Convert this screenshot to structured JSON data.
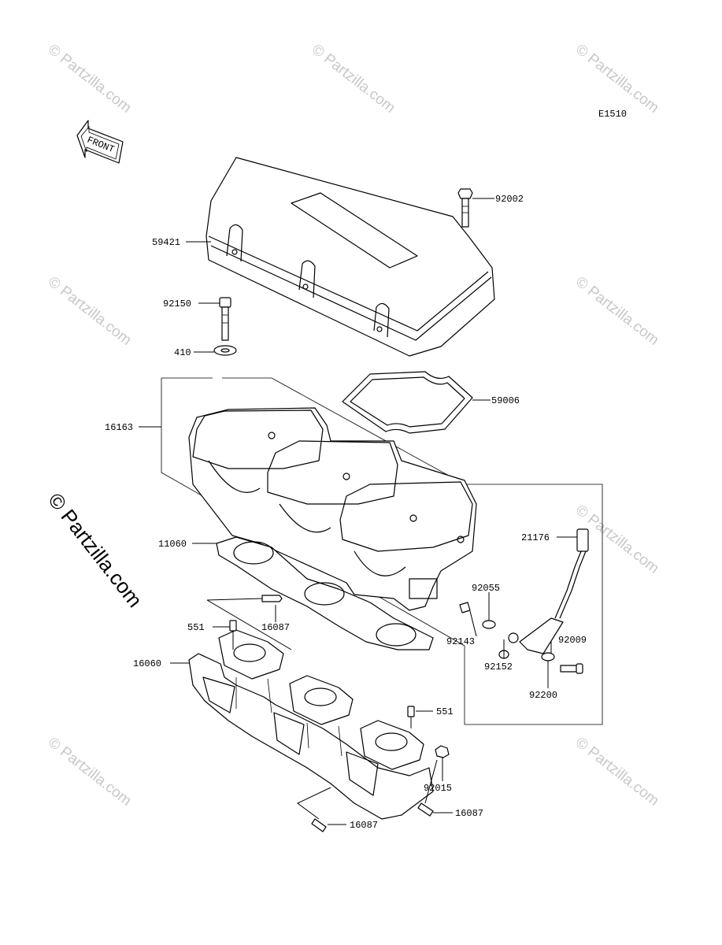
{
  "diagram": {
    "code": "E1510",
    "front_label": "FRONT",
    "watermark_big": "© Partzilla.com",
    "watermark_small": "© Partzilla.com",
    "parts": [
      {
        "id": "p92002",
        "number": "92002"
      },
      {
        "id": "p59421",
        "number": "59421"
      },
      {
        "id": "p92150",
        "number": "92150"
      },
      {
        "id": "p410",
        "number": "410"
      },
      {
        "id": "p59006",
        "number": "59006"
      },
      {
        "id": "p16163",
        "number": "16163"
      },
      {
        "id": "p21176",
        "number": "21176"
      },
      {
        "id": "p11060",
        "number": "11060"
      },
      {
        "id": "p92055",
        "number": "92055"
      },
      {
        "id": "p551a",
        "number": "551"
      },
      {
        "id": "p16087a",
        "number": "16087"
      },
      {
        "id": "p92143",
        "number": "92143"
      },
      {
        "id": "p92009",
        "number": "92009"
      },
      {
        "id": "p16060",
        "number": "16060"
      },
      {
        "id": "p92152",
        "number": "92152"
      },
      {
        "id": "p92200",
        "number": "92200"
      },
      {
        "id": "p551b",
        "number": "551"
      },
      {
        "id": "p92015",
        "number": "92015"
      },
      {
        "id": "p16087b",
        "number": "16087"
      },
      {
        "id": "p16087c",
        "number": "16087"
      }
    ]
  }
}
